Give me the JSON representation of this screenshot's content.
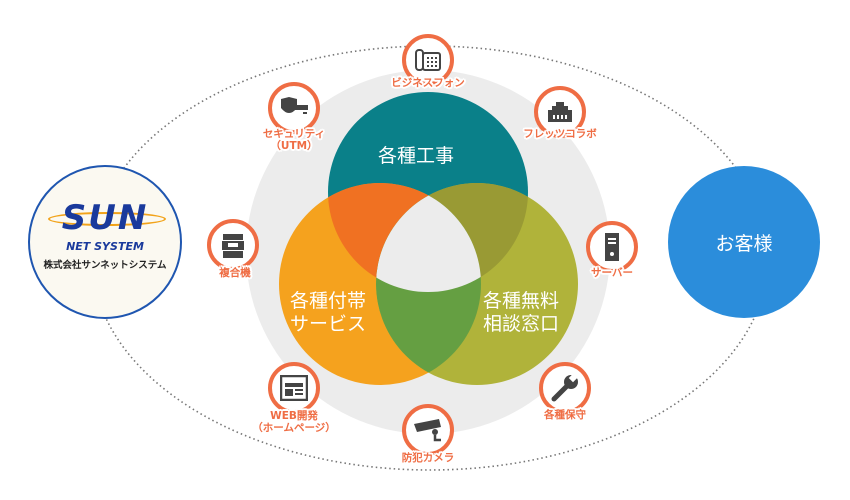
{
  "logo": {
    "brand": "SUN",
    "subtitle": "NET SYSTEM",
    "company": "株式会社サンネットシステム"
  },
  "customer": "お客様",
  "venn": {
    "top": "各種工事",
    "left": [
      "各種付帯",
      "サービス"
    ],
    "right": [
      "各種無料",
      "相談窓口"
    ]
  },
  "services": [
    {
      "icon": "phone-icon",
      "label": "ビジネスフォン"
    },
    {
      "icon": "security-icon",
      "label": "セキュリティ",
      "sub": "（UTM）"
    },
    {
      "icon": "lan-port-icon",
      "label": "フレッツコラボ"
    },
    {
      "icon": "copier-icon",
      "label": "複合機"
    },
    {
      "icon": "server-icon",
      "label": "サーバー"
    },
    {
      "icon": "web-icon",
      "label": "WEB開発",
      "sub": "（ホームページ）"
    },
    {
      "icon": "wrench-icon",
      "label": "各種保守"
    },
    {
      "icon": "camera-icon",
      "label": "防犯カメラ"
    }
  ],
  "colors": {
    "top": "#0a8089",
    "left": "#f5a21e",
    "right": "#b0b33a",
    "accent": "#ef6d44",
    "customer": "#2b8ddb"
  }
}
